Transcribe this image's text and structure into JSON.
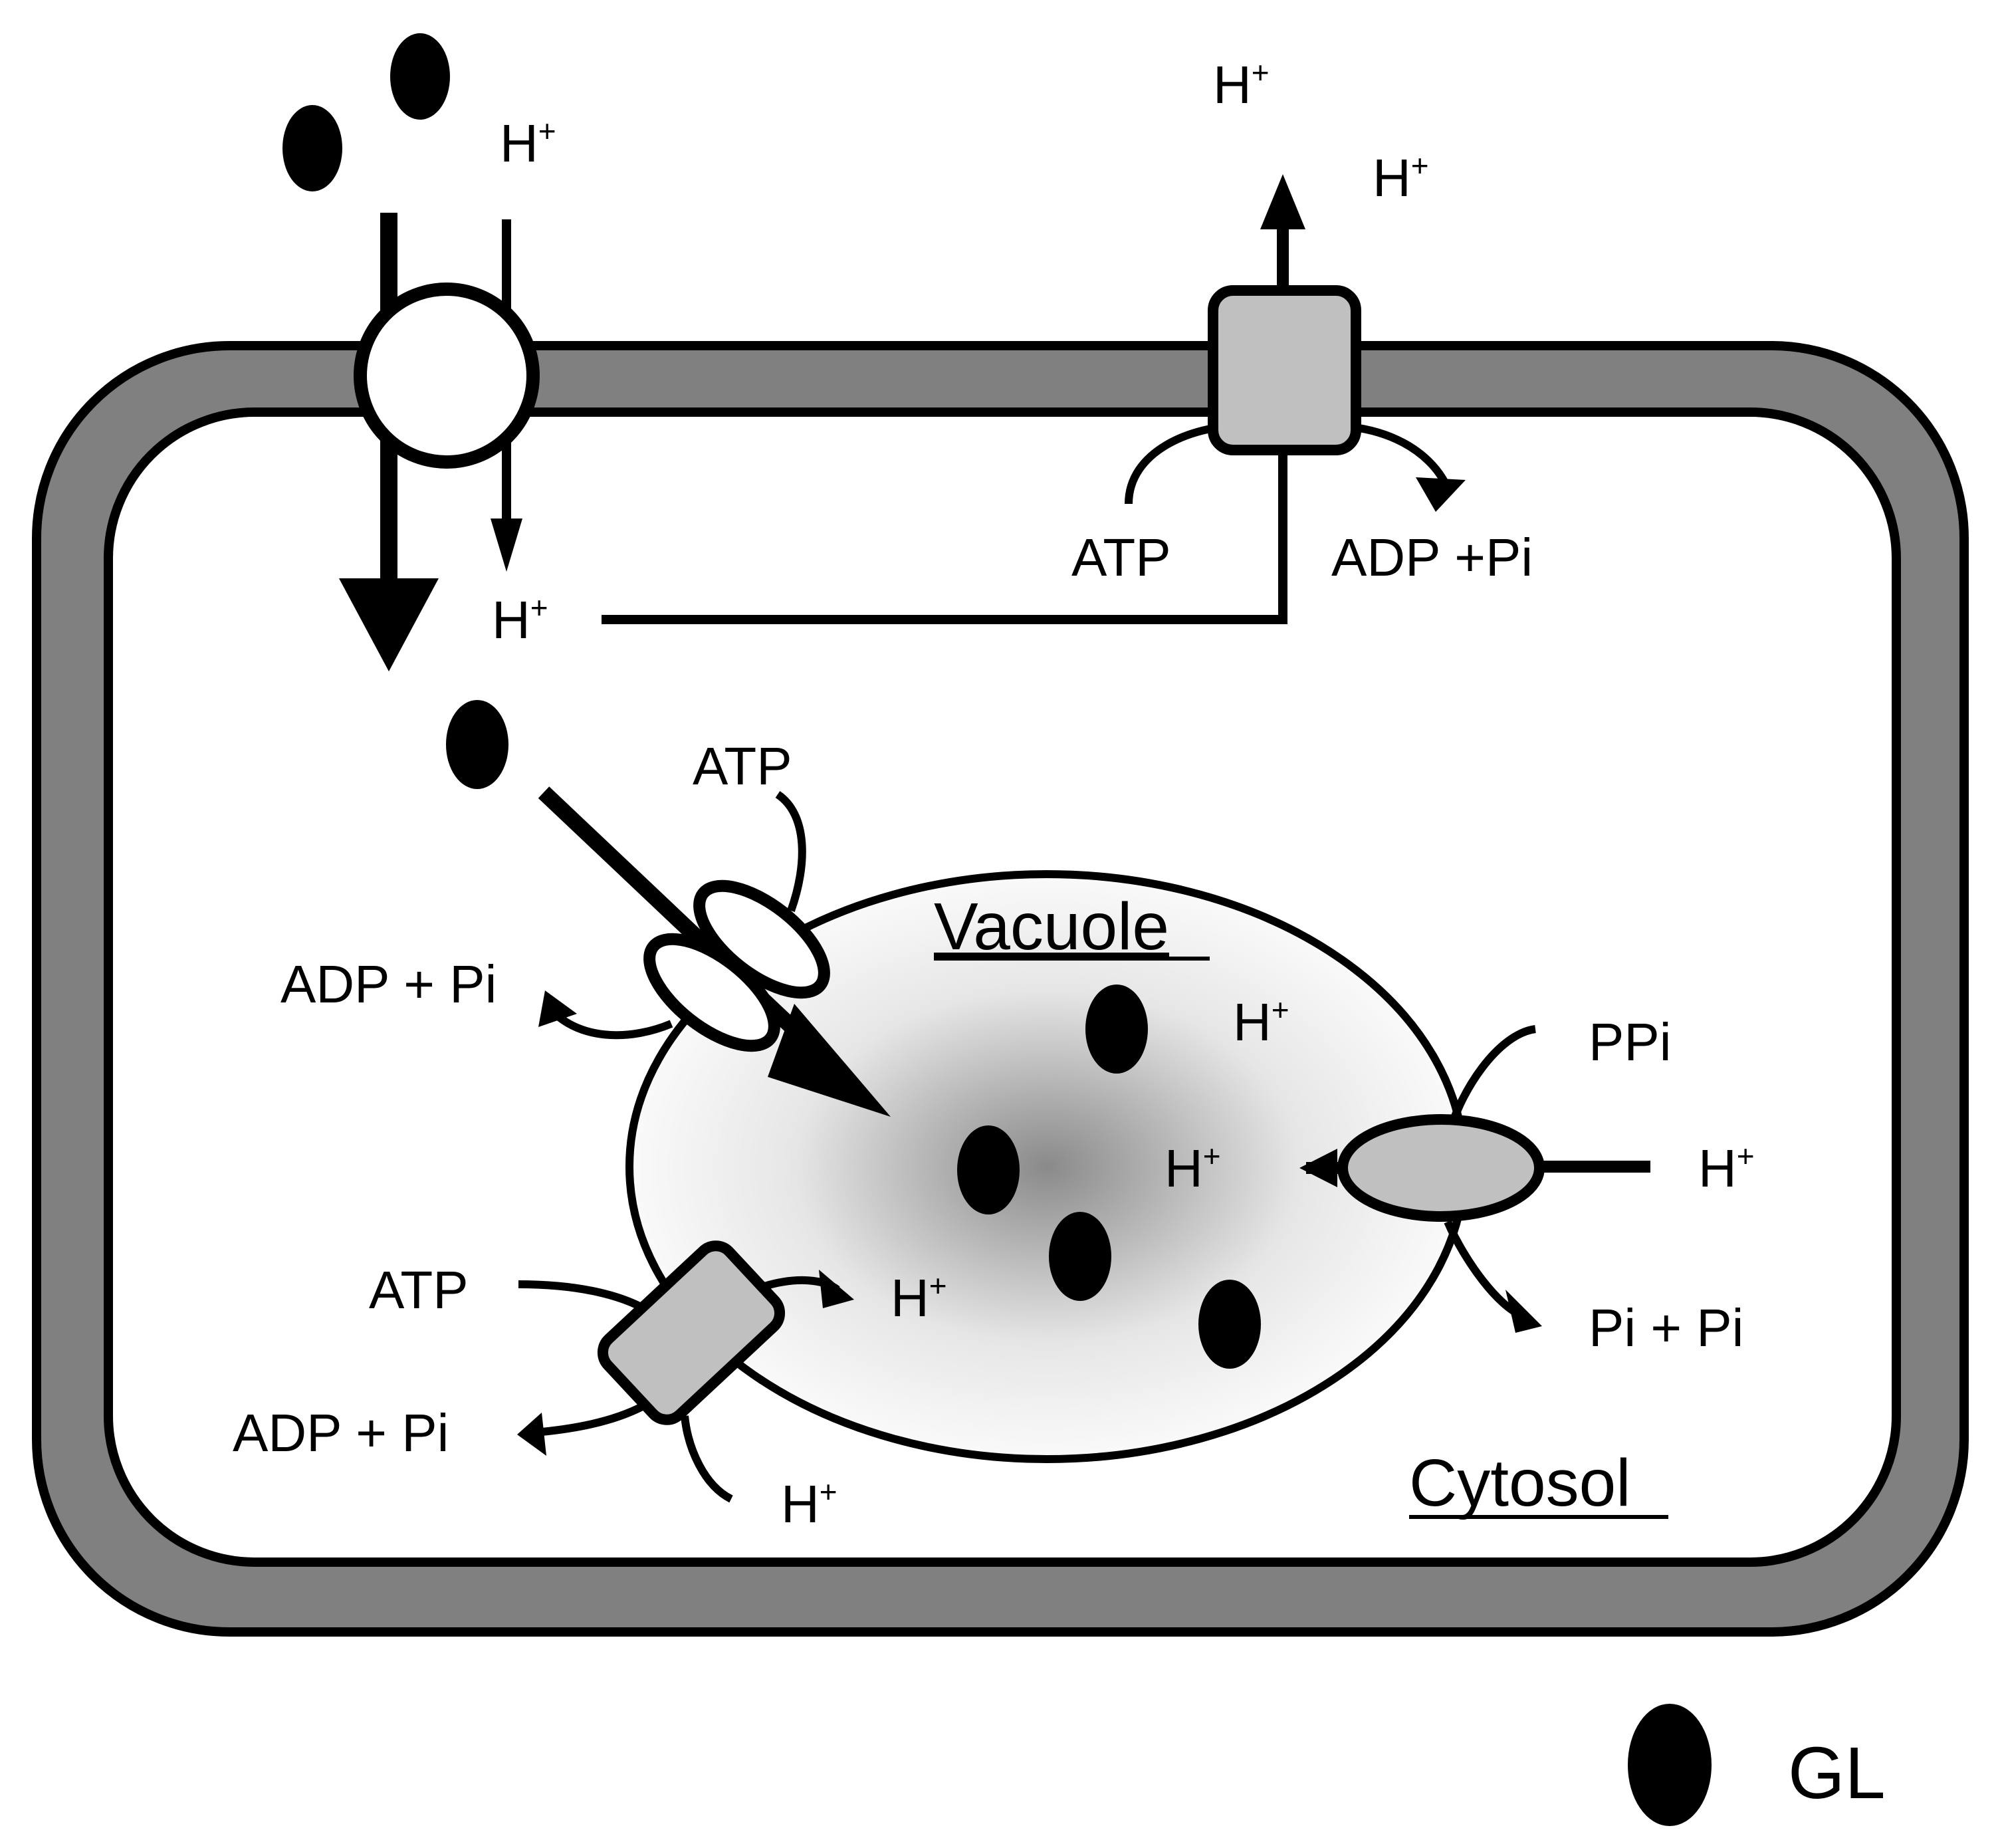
{
  "labels": {
    "h_plus": "H",
    "plus_sign": "+",
    "atp": "ATP",
    "adp_pi_compact": "ADP +Pi",
    "adp_pi": "ADP + Pi",
    "ppi": "PPi",
    "pi_pi": "Pi + Pi",
    "vacuole": "Vacuole",
    "cytosol": "Cytosol"
  },
  "legend": {
    "gl_label": "GL"
  },
  "colors": {
    "cell_wall": "#808080",
    "transporter_fill": "#c0c0c0",
    "molecule": "#000000",
    "vacuole_center": "#8a8a8a",
    "vacuole_edge": "#ffffff"
  }
}
